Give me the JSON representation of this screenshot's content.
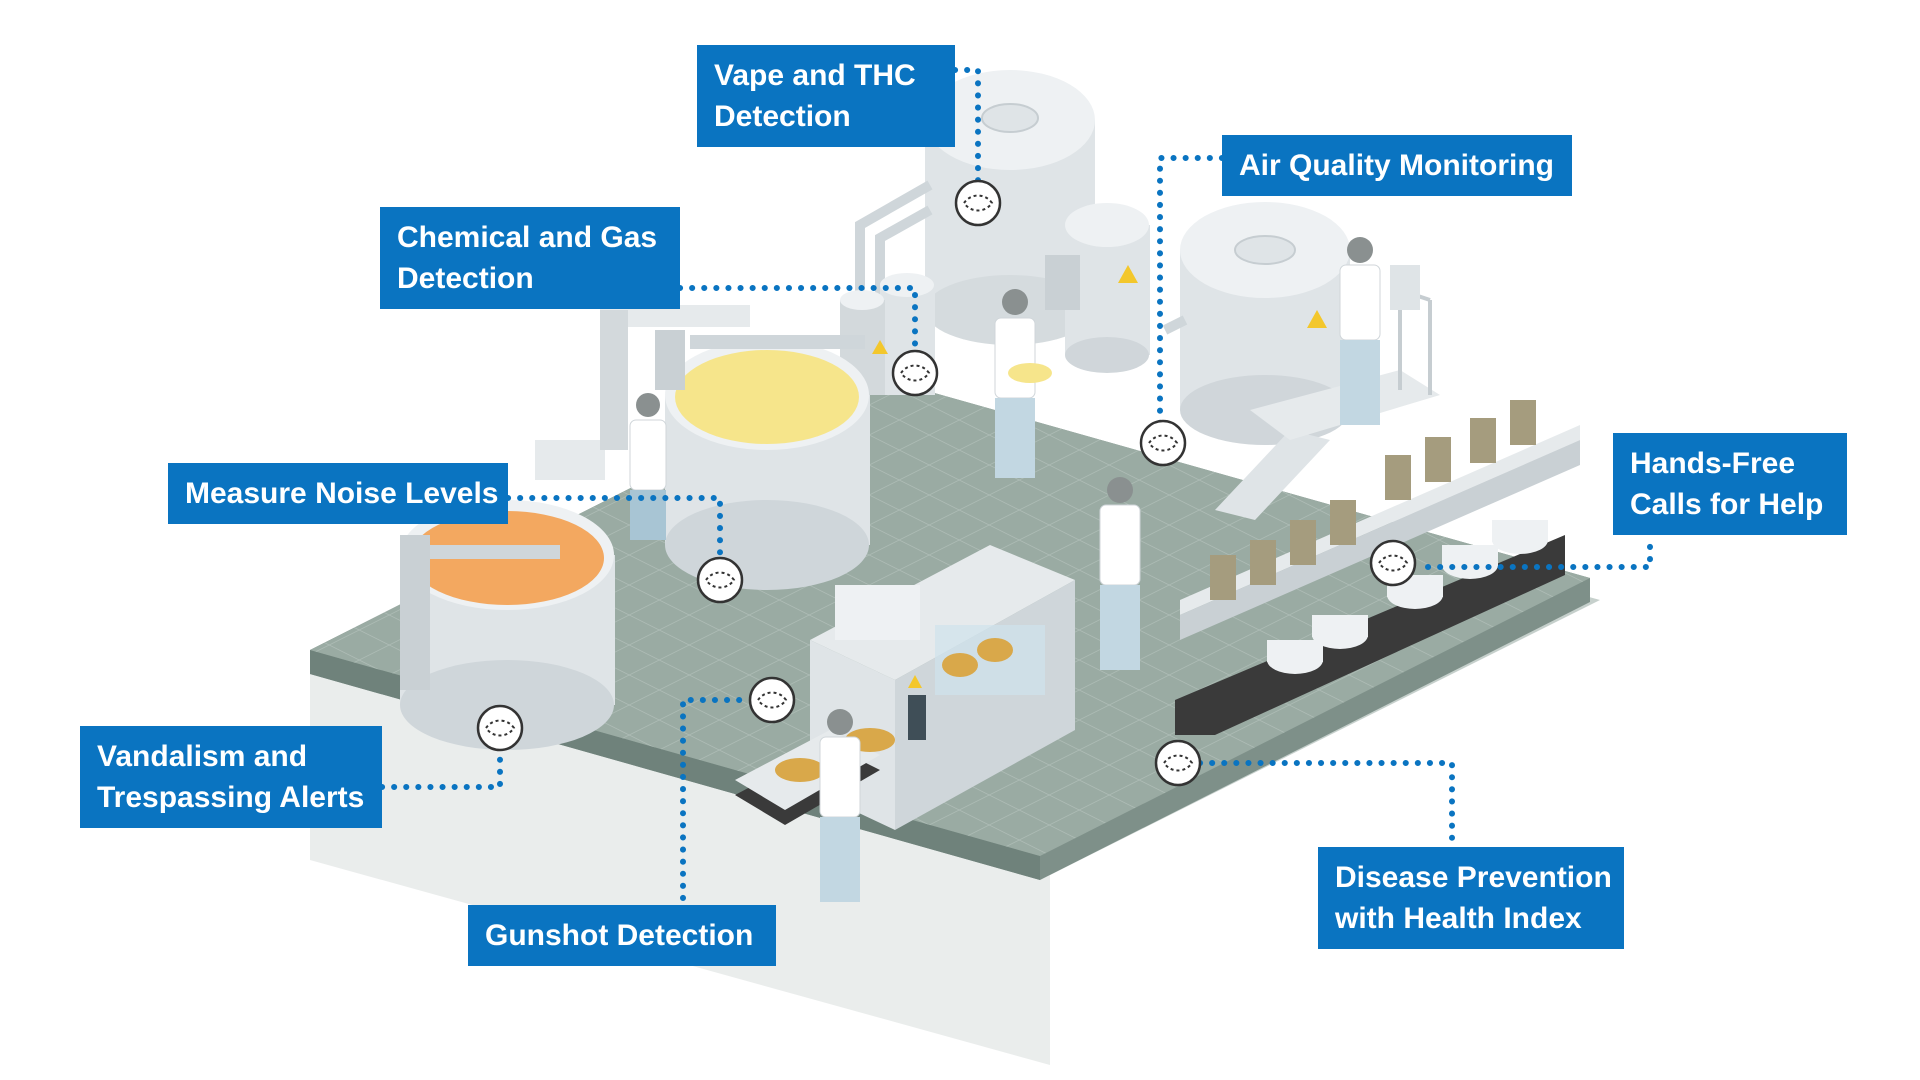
{
  "callouts": {
    "vape_thc": {
      "lines": [
        "Vape and THC",
        "Detection"
      ]
    },
    "air_quality": {
      "lines": [
        "Air Quality Monitoring"
      ]
    },
    "chemical_gas": {
      "lines": [
        "Chemical and Gas",
        "Detection"
      ]
    },
    "noise_levels": {
      "lines": [
        "Measure Noise Levels"
      ]
    },
    "hands_free": {
      "lines": [
        "Hands-Free",
        "Calls for Help"
      ]
    },
    "vandalism": {
      "lines": [
        "Vandalism and",
        "Trespassing Alerts"
      ]
    },
    "gunshot": {
      "lines": [
        "Gunshot Detection"
      ]
    },
    "disease": {
      "lines": [
        "Disease Prevention",
        "with Health Index"
      ]
    }
  },
  "colors": {
    "callout_bg": "#0a74c1",
    "connector": "#0a74c1",
    "floor_top": "#9aaba3",
    "floor_side": "#7e9089",
    "floor_tile_line": "#b3c1bb",
    "machine_light": "#e6eaec",
    "machine_mid": "#c9d0d4",
    "cheese_yellow": "#f6e58b",
    "cheese_orange": "#f3a860",
    "cheese_wheel": "#d9a84a"
  },
  "icons": {
    "sensor": "sensor-icon"
  }
}
